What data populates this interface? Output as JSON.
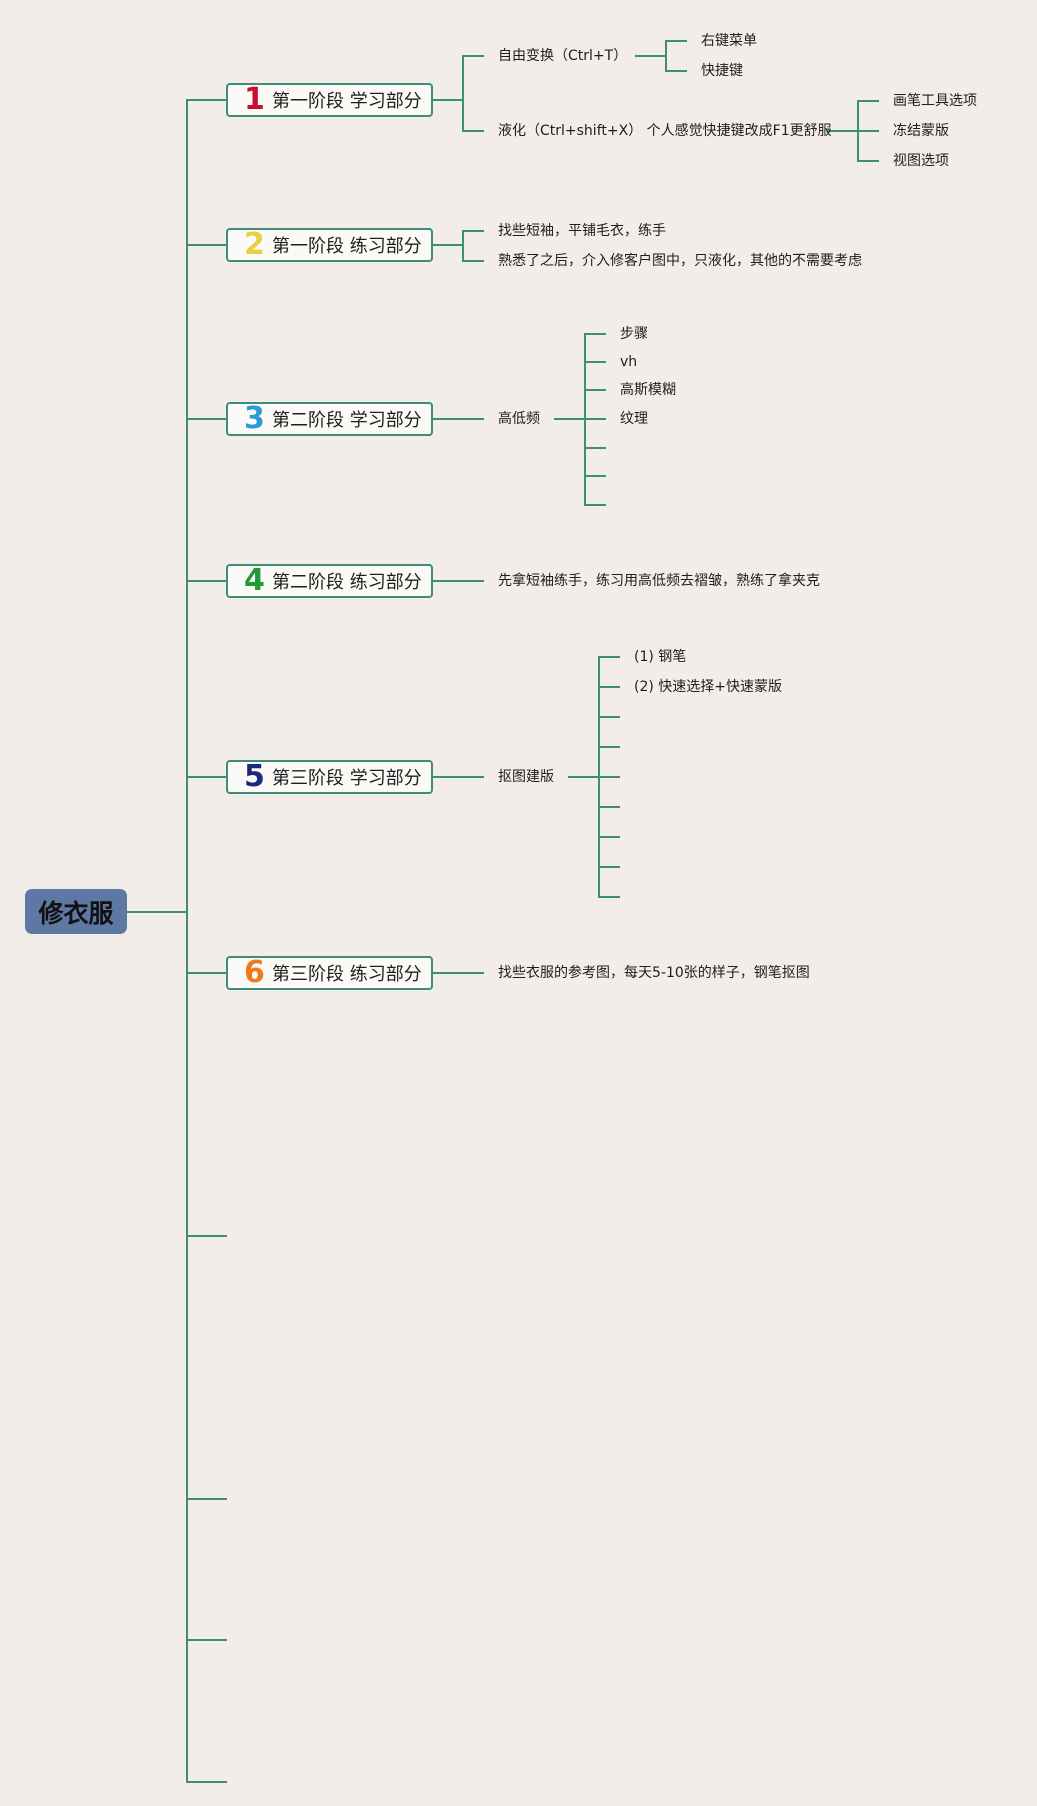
{
  "root": {
    "label": "修衣服",
    "color": "#5d78a3"
  },
  "line_color": "#3e8c7a",
  "branches": [
    {
      "num": "1",
      "num_color": "#c8102e",
      "label": "第一阶段 学习部分",
      "children": [
        {
          "label": "自由变换（Ctrl+T）",
          "children": [
            {
              "label": "右键菜单"
            },
            {
              "label": "快捷键"
            }
          ]
        },
        {
          "label": "液化（Ctrl+shift+X） 个人感觉快捷键改成F1更舒服",
          "children": [
            {
              "label": "画笔工具选项"
            },
            {
              "label": "冻结蒙版"
            },
            {
              "label": "视图选项"
            }
          ]
        }
      ]
    },
    {
      "num": "2",
      "num_color": "#e8d040",
      "label": "第一阶段 练习部分",
      "children": [
        {
          "label": "找些短袖，平铺毛衣，练手"
        },
        {
          "label": "熟悉了之后，介入修客户图中，只液化，其他的不需要考虑"
        }
      ]
    },
    {
      "num": "3",
      "num_color": "#2b9bd6",
      "label": "第二阶段 学习部分",
      "children": [
        {
          "label": "高低频",
          "children": [
            {
              "label": "步骤"
            },
            {
              "label": "vh"
            },
            {
              "label": "高斯模糊"
            },
            {
              "label": "纹理"
            },
            {
              "label": ""
            },
            {
              "label": ""
            },
            {
              "label": ""
            }
          ]
        }
      ]
    },
    {
      "num": "4",
      "num_color": "#1f9a3a",
      "label": "第二阶段 练习部分",
      "children": [
        {
          "label": "先拿短袖练手，练习用高低频去褶皱，熟练了拿夹克"
        }
      ]
    },
    {
      "num": "5",
      "num_color": "#1a2a7a",
      "label": "第三阶段 学习部分",
      "children": [
        {
          "label": "抠图建版",
          "children": [
            {
              "label": "(1) 钢笔"
            },
            {
              "label": "(2) 快速选择+快速蒙版"
            },
            {
              "label": ""
            },
            {
              "label": ""
            },
            {
              "label": ""
            },
            {
              "label": ""
            },
            {
              "label": ""
            },
            {
              "label": ""
            },
            {
              "label": ""
            }
          ]
        }
      ]
    },
    {
      "num": "6",
      "num_color": "#f07a1a",
      "label": "第三阶段 练习部分",
      "children": [
        {
          "label": "找些衣服的参考图，每天5-10张的样子，钢笔抠图"
        }
      ]
    }
  ]
}
